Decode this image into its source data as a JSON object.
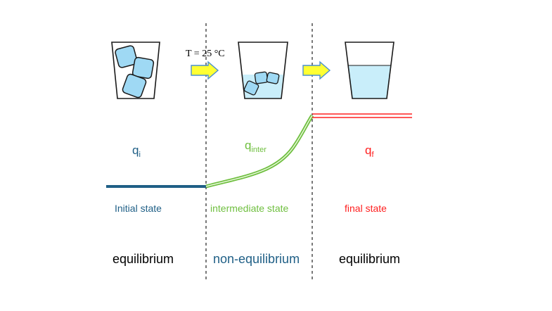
{
  "temperature_label": "T = 25 °C",
  "colors": {
    "initial": "#1f5f86",
    "intermediate": "#6fbf3f",
    "final": "#ff2020",
    "arrow_fill": "#ffff33",
    "arrow_stroke": "#4a8fd0",
    "water": "#c9eefa",
    "ice": "#9fd9f4",
    "outline": "#1a1a1a"
  },
  "states": [
    {
      "id": "initial",
      "q_base": "q",
      "q_sub": "i",
      "state_label": "Initial state",
      "equilibrium_label": "equilibrium"
    },
    {
      "id": "intermediate",
      "q_base": "q",
      "q_sub": "inter",
      "state_label": "intermediate state",
      "equilibrium_label": "non-equilibrium"
    },
    {
      "id": "final",
      "q_base": "q",
      "q_sub": "f",
      "state_label": "final state",
      "equilibrium_label": "equilibrium"
    }
  ]
}
